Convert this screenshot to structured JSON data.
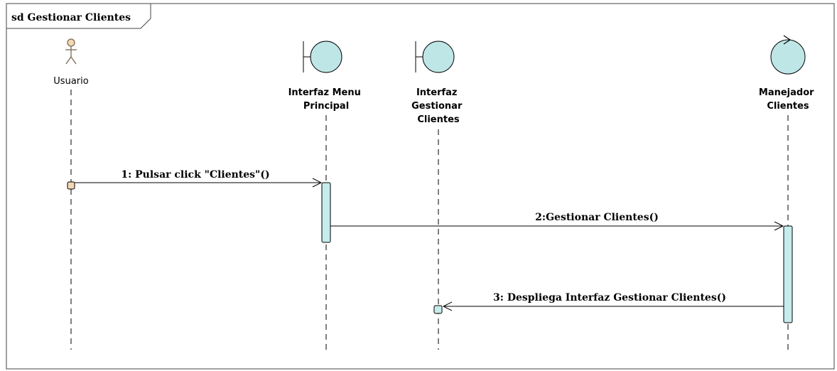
{
  "frame": {
    "title": "sd Gestionar Clientes"
  },
  "colors": {
    "boundary_fill": "#bfe6e6",
    "boundary_stroke": "#000000",
    "activation_fill": "#c6ecec",
    "actor_stroke": "#7a6a55",
    "found_fill": "#f5d6b5",
    "line": "#000000"
  },
  "lifelines": [
    {
      "id": "usuario",
      "kind": "actor",
      "icon": "actor-icon",
      "label_lines": [
        "Usuario"
      ]
    },
    {
      "id": "menu",
      "kind": "boundary",
      "icon": "boundary-icon",
      "label_lines": [
        "Interfaz Menu",
        "Principal"
      ]
    },
    {
      "id": "gestionar",
      "kind": "boundary",
      "icon": "boundary-icon",
      "label_lines": [
        "Interfaz",
        "Gestionar",
        "Clientes"
      ]
    },
    {
      "id": "manejador",
      "kind": "control",
      "icon": "control-icon",
      "label_lines": [
        "Manejador",
        "Clientes"
      ]
    }
  ],
  "messages": [
    {
      "id": "m1",
      "label": "1: Pulsar click \"Clientes\"()",
      "from": "usuario",
      "to": "menu"
    },
    {
      "id": "m2",
      "label": "2:Gestionar Clientes()",
      "from": "menu",
      "to": "manejador"
    },
    {
      "id": "m3",
      "label": "3: Despliega Interfaz Gestionar Clientes()",
      "from": "manejador",
      "to": "gestionar"
    }
  ]
}
